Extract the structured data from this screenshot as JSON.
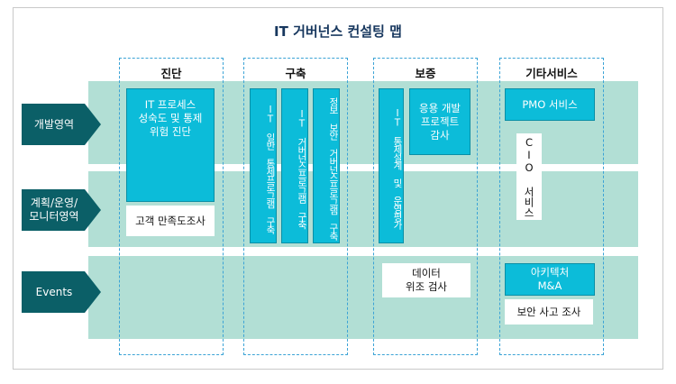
{
  "title": "IT 거버넌스 컨설팅 맵",
  "rows": [
    {
      "label": "개발영역"
    },
    {
      "label": "계획/운영/\n모니터영역"
    },
    {
      "label": "Events"
    }
  ],
  "columns": [
    "진단",
    "구축",
    "보증",
    "기타서비스"
  ],
  "boxes": {
    "diag_process": "IT 프로세스\n성숙도 및 통제\n위험 진단",
    "diag_survey": "고객 만족도조사",
    "build_general": "IT 일반 통제프로그램 구축",
    "build_gov": "IT 거버넌스프로그램 구축",
    "build_sec": "정보 보안 거버넌스프로그램 구축",
    "assure_ctrl": "IT 통제설계 및 운영평가",
    "assure_app": "응용 개발\n프로젝트\n감사",
    "assure_data": "데이터\n위조 검사",
    "etc_pmo": "PMO 서비스",
    "etc_cio": "CIO 서비스",
    "etc_arch": "아키텍처\nM&A",
    "etc_incident": "보안 사고 조사"
  },
  "colors": {
    "band": "#b2dfd5",
    "box": "#0cbcd9",
    "arrow": "#0b5f67",
    "title": "#17375e",
    "dash": "#3ba3d6"
  }
}
